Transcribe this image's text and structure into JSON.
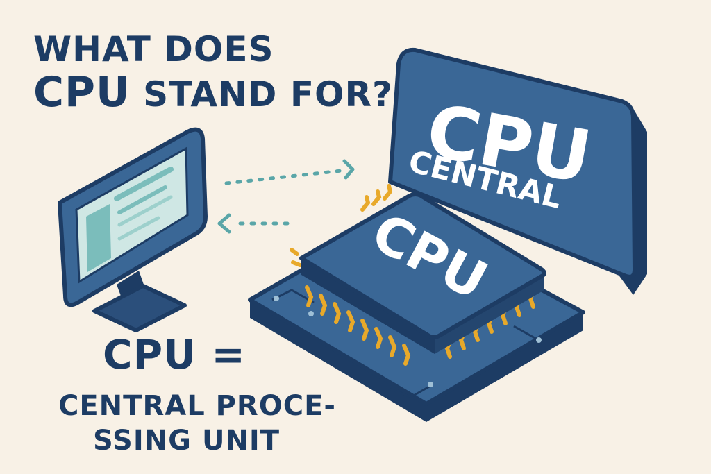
{
  "headline": {
    "line1": "WHAT DOES",
    "line2_strong": "CPU",
    "line2_rest": "STAND FOR?"
  },
  "equation": "CPU =",
  "definition": {
    "line1": "CENTRAL PROCE-",
    "line2": "SSING UNIT"
  },
  "panel": {
    "big_label": "CPU",
    "small_label": "CENTRAL"
  },
  "chip": {
    "label": "CPU"
  },
  "colors": {
    "background": "#f8f1e6",
    "navy": "#1d3c64",
    "blue": "#3a6796",
    "teal": "#5aa6a8",
    "gold": "#e8a92a"
  }
}
